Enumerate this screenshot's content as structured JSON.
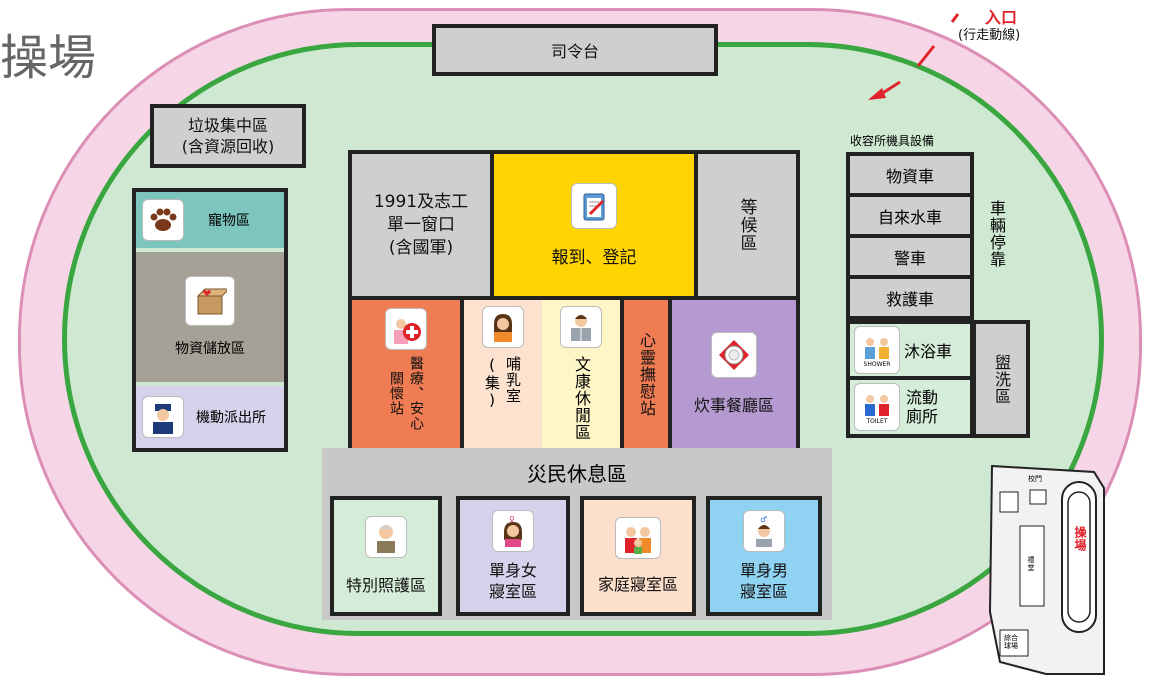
{
  "title_partial": "操場",
  "entrance": {
    "label": "入口",
    "sub": "(行走動線)"
  },
  "podium": "司令台",
  "garbage": "垃圾集中區\n(含資源回收)",
  "pet_area": "寵物區",
  "storage": "物資儲放區",
  "police": "機動派出所",
  "volunteer": "1991及志工\n單一窗口\n(含國軍)",
  "register": "報到、登記",
  "waiting": "等候區",
  "medical": "醫療、安心\n關懷站",
  "nursing": "哺乳室\n(集)",
  "leisure": "文康休閒區",
  "comfort": "心靈撫慰站",
  "kitchen": "炊事餐廳區",
  "vehicles": {
    "heading": "收容所機具設備",
    "items": [
      "物資車",
      "自來水車",
      "警車",
      "救護車"
    ],
    "parking": "車輛停靠"
  },
  "shower": "沐浴車",
  "shower_tag": "SHOWER",
  "toilet": "流動\n廁所",
  "toilet_tag": "TOILET",
  "wash": "盥洗區",
  "rest": {
    "title": "災民休息區",
    "rooms": [
      "特別照護區",
      "單身女\n寢室區",
      "家庭寢室區",
      "單身男\n寢室區"
    ]
  },
  "minimap": {
    "gate": "校門",
    "field": "操場",
    "hall": "禮堂",
    "gym": "綜合\n球場"
  }
}
